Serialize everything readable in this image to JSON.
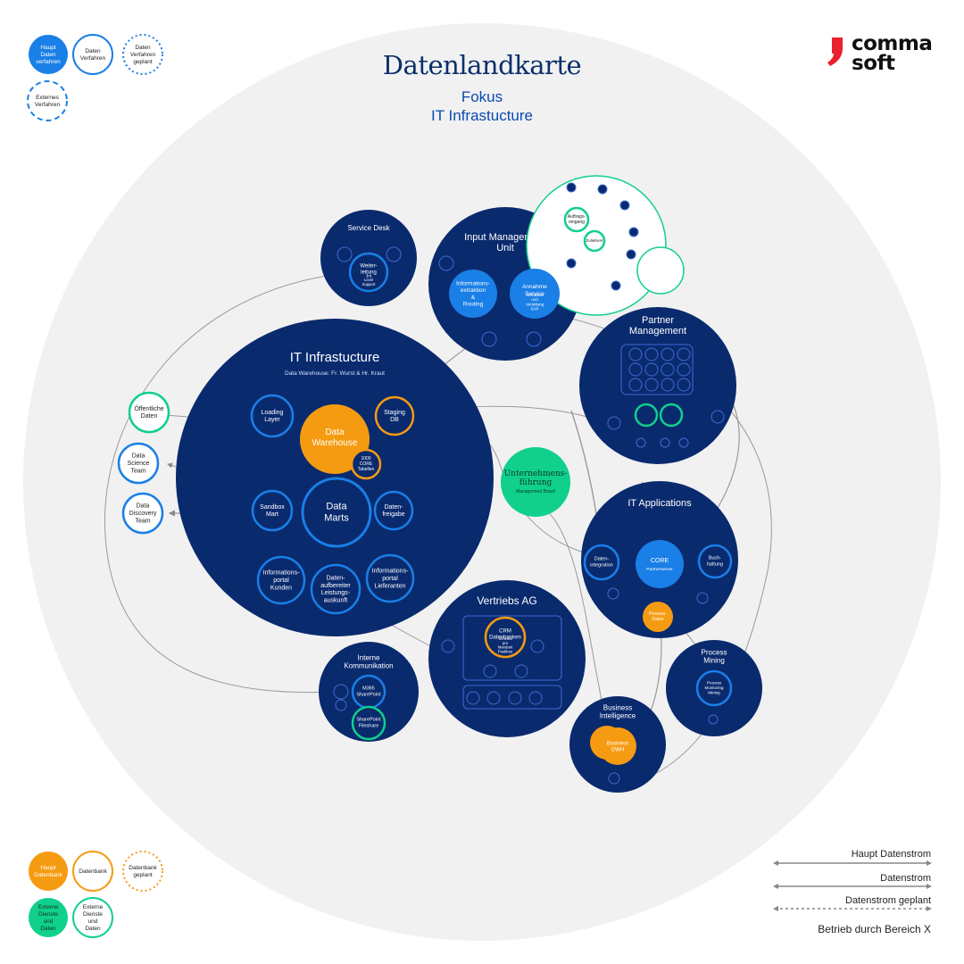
{
  "header": {
    "title": "Datenlandkarte",
    "subtitle_line1": "Fokus",
    "subtitle_line2": "IT Infrastucture"
  },
  "logo": {
    "line1": "comma",
    "line2": "soft",
    "mark_color": "#e8222e"
  },
  "colors": {
    "navy": "#0a2a6e",
    "blue": "#1a7fe6",
    "orange": "#f59b12",
    "green": "#10d08c",
    "background": "#f1f1f2"
  },
  "legend_top": [
    {
      "label": "Haupt Daten verfahren",
      "style": "filled-blue"
    },
    {
      "label": "Daten Verfahren",
      "style": "outline-blue"
    },
    {
      "label": "Daten Verfahren geplant",
      "style": "dotted-blue"
    },
    {
      "label": "Externes Verfahren",
      "style": "dashed-blue"
    }
  ],
  "legend_bottom": [
    {
      "label": "Haupt Datenbank",
      "style": "filled-orange"
    },
    {
      "label": "Datenbank",
      "style": "outline-orange"
    },
    {
      "label": "Datenbank geplant",
      "style": "dotted-orange"
    },
    {
      "label": "Externe Dienste und Daten",
      "style": "filled-green"
    },
    {
      "label": "Externe Dienste und Daten",
      "style": "outline-green"
    }
  ],
  "stream_legend": {
    "main": "Haupt Datenstrom",
    "stream": "Datenstrom",
    "planned": "Datenstrom geplant",
    "operation": "Betrieb durch Bereich X"
  },
  "areas": {
    "it_infra": {
      "title": "IT Infrastucture",
      "subtitle": "Data Warehouse: Fr. Wurst & Hr. Kraut"
    },
    "service_desk": {
      "title": "Service Desk"
    },
    "input_mgmt": {
      "title": "Input Management Unit"
    },
    "partner_mgmt": {
      "title": "Partner Management"
    },
    "it_apps": {
      "title": "IT Applications"
    },
    "vertrieb": {
      "title": "Vertriebs AG"
    },
    "interne_komm": {
      "title": "Interne Kommunikation"
    },
    "bi": {
      "title": "Business Intelligence"
    },
    "process_mining": {
      "title": "Process Mining"
    }
  },
  "nodes": {
    "data_warehouse": "Data Warehouse",
    "core_tabellen": "1000 CORE Tabellen",
    "data_marts": "Data Marts",
    "loading_layer": "Loading Layer",
    "staging_db": "Staging DB",
    "sandbox_mart": "Sandbox Mart",
    "datenfreigabe": "Daten- freigabe",
    "infoportal_kunden": "Informations- portal Kunden",
    "datenaufbereiter": "Daten- aufbereiter Leistungs- auskunft",
    "infoportal_lieferanten": "Informations- portal Lieferanten",
    "oeffentliche_daten": "Öffentliche Daten",
    "data_science_team": "Data Science Team",
    "data_discovery_team": "Data Discovery Team",
    "weiterleitung": "Weiter- leitung",
    "weiterleitung_sub": "3rd Level Support",
    "info_extraktion": "Informations- extraktion & Routing",
    "annahme_service": "Annahme Service",
    "annahme_service_sub": "Annahme und Verteilung SAP",
    "auftragseingang": "Auftrags- eingang",
    "zulieferer": "Zulieferer",
    "unternehmensfuehrung": "Unternehmens- führung",
    "management_board": "Management Board",
    "core": "CORE",
    "core_sub": "Partnerserver",
    "datenintegration": "Daten- integration",
    "buchhaltung": "Buch- haltung",
    "prozessdaten": "Prozess- Daten",
    "crm_datenbanken": "CRM Datenbanken",
    "crm_sub": "Schema pro Mandant Postfires",
    "m365": "M365 SharePoint",
    "sharepoint_fileshare": "SharePoint Fileshare",
    "bi_dwh": "Business DWH",
    "process_monitoring": "Process Monitoring Mining"
  }
}
